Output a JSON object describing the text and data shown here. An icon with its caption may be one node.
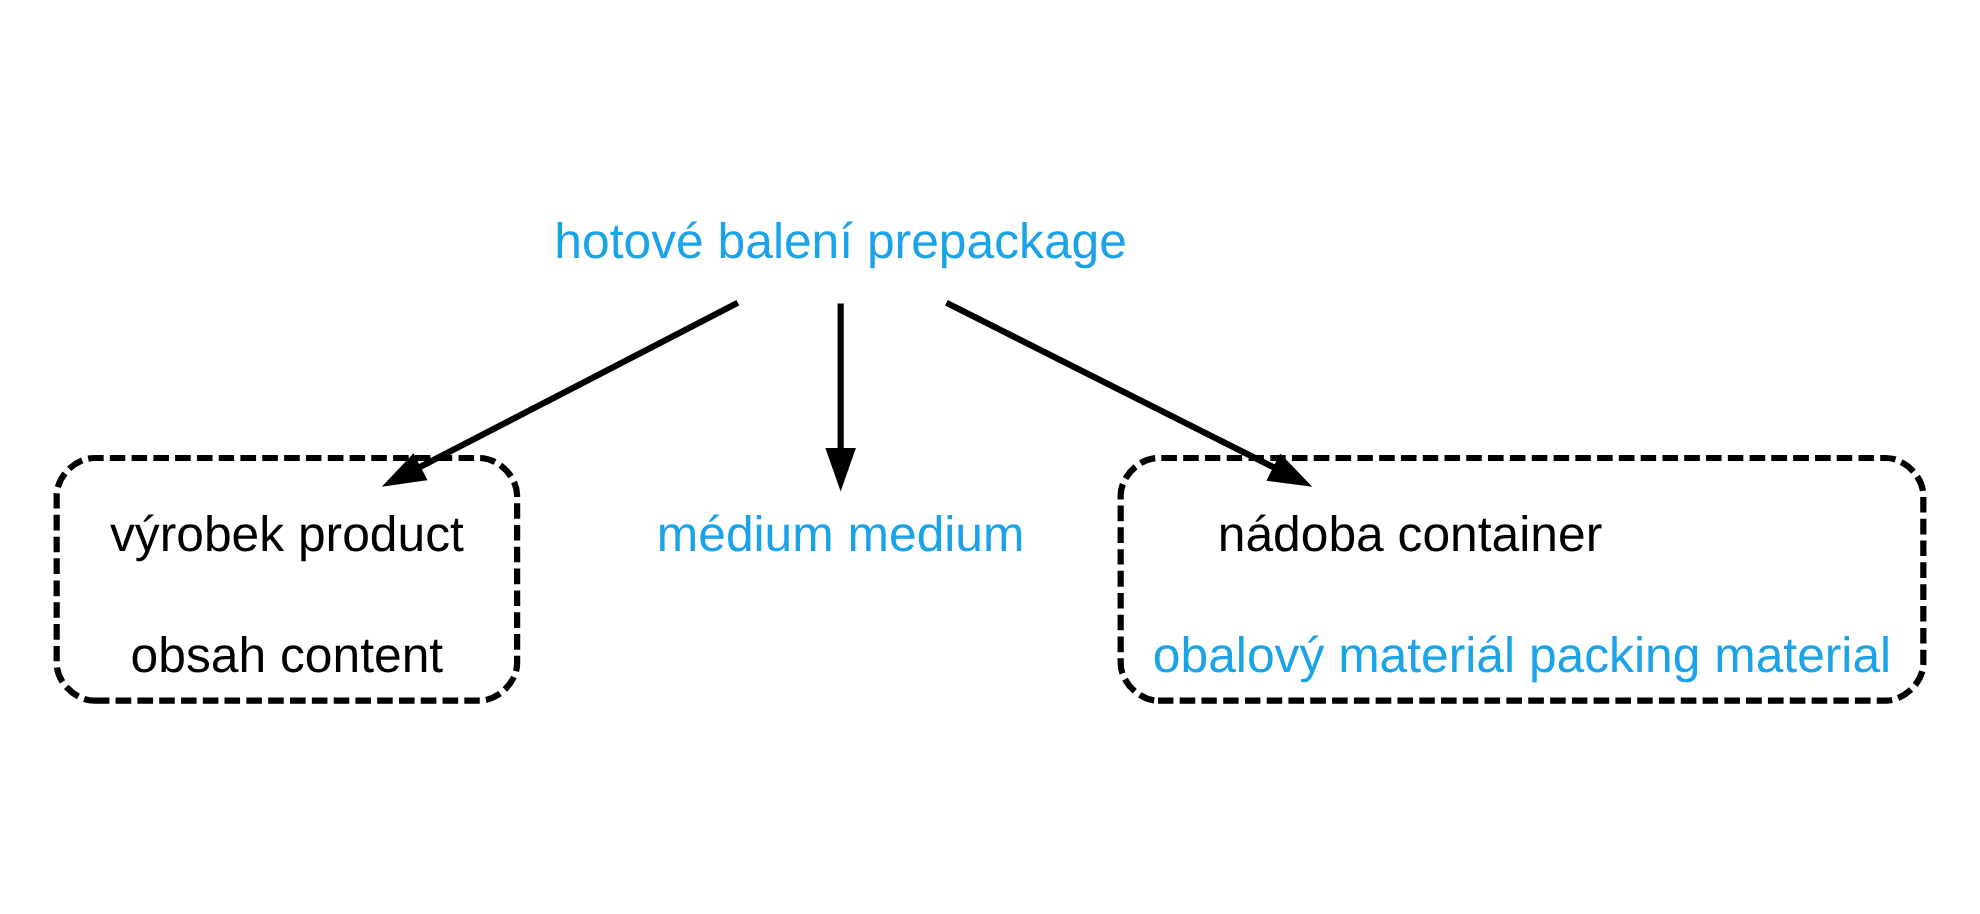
{
  "diagram": {
    "nodes": [
      {
        "text": [
          "hotové balení prepackage"
        ]
      },
      {
        "text": [
          "obsah content"
        ]
      },
      {
        "text": [
          "výrobek product"
        ],
        "in": 1
      },
      {
        "text": [
          "médium medium"
        ]
      },
      {
        "text": [
          "obalový materiál packing material"
        ]
      },
      {
        "text": [
          "nádoba container"
        ],
        "in": 4
      }
    ],
    "edges": [
      {
        "from": 0,
        "to": 2,
        "arrow": "to"
      },
      {
        "from": 0,
        "to": 3,
        "arrow": "to"
      },
      {
        "from": 0,
        "to": 5,
        "arrow": "to"
      }
    ]
  }
}
